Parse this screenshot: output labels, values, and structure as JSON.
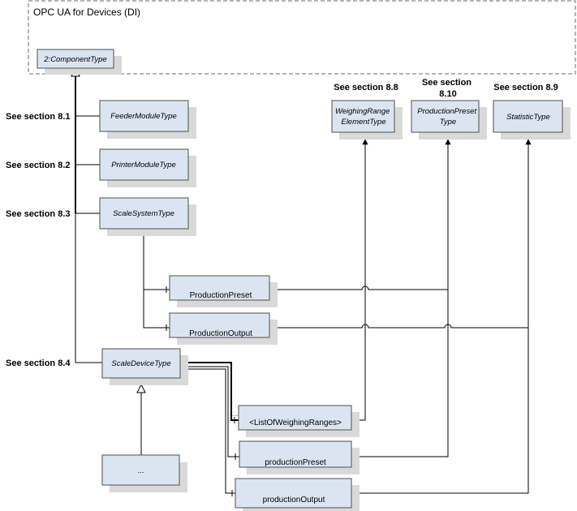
{
  "namespace": {
    "title": "OPC UA for Devices (DI)"
  },
  "types": {
    "component_type": "2:ComponentType",
    "feeder_module_type": "FeederModuleType",
    "printer_module_type": "PrinterModuleType",
    "scale_system_type": "ScaleSystemType",
    "scale_device_type": "ScaleDeviceType",
    "weighing_range_element_type": [
      "WeighingRange",
      "ElementType"
    ],
    "production_preset_type": [
      "ProductionPreset",
      "Type"
    ],
    "statistic_type": "StatisticType",
    "ellipsis": "..."
  },
  "instances": {
    "production_preset": "ProductionPreset",
    "production_output": "ProductionOutput",
    "list_of_weighing_ranges": "<ListOfWeighingRanges>",
    "production_preset_lower": "productionPreset",
    "production_output_lower": "productionOutput",
    "cardinality": "1…n"
  },
  "section_refs": {
    "s8_1": "See section 8.1",
    "s8_2": "See section 8.2",
    "s8_3": "See section 8.3",
    "s8_4": "See section 8.4",
    "s8_8": "See section 8.8",
    "s8_10": [
      "See section",
      "8.10"
    ],
    "s8_9": "See section 8.9"
  }
}
